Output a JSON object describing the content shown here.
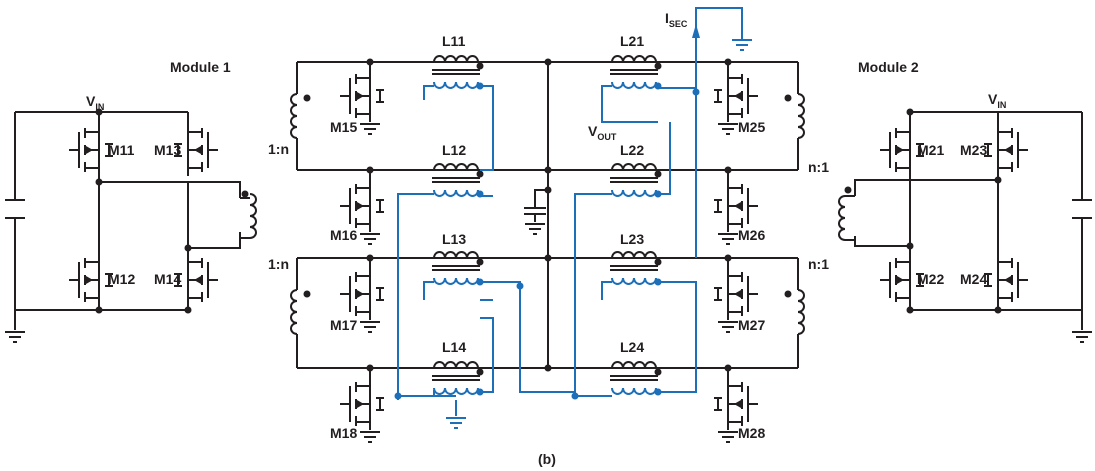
{
  "modules": {
    "left_title": "Module 1",
    "right_title": "Module 2"
  },
  "supply": {
    "vin_main": "V",
    "vin_sub": "IN"
  },
  "output": {
    "vout_main": "V",
    "vout_sub": "OUT",
    "isec_main": "I",
    "isec_sub": "SEC"
  },
  "ratios": {
    "r1": "1:n",
    "r2": "1:n",
    "r3": "n:1",
    "r4": "n:1"
  },
  "caption": "(b)",
  "colors": {
    "wire": "#231f20",
    "secondary": "#1d6fb8"
  },
  "switches_module1": [
    "M11",
    "M12",
    "M13",
    "M14"
  ],
  "switches_module2": [
    "M21",
    "M22",
    "M23",
    "M24"
  ],
  "switches_left_bank": [
    "M15",
    "M16",
    "M17",
    "M18"
  ],
  "switches_right_bank": [
    "M25",
    "M26",
    "M27",
    "M28"
  ],
  "inductors_left": [
    "L11",
    "L12",
    "L13",
    "L14"
  ],
  "inductors_right": [
    "L21",
    "L22",
    "L23",
    "L24"
  ]
}
